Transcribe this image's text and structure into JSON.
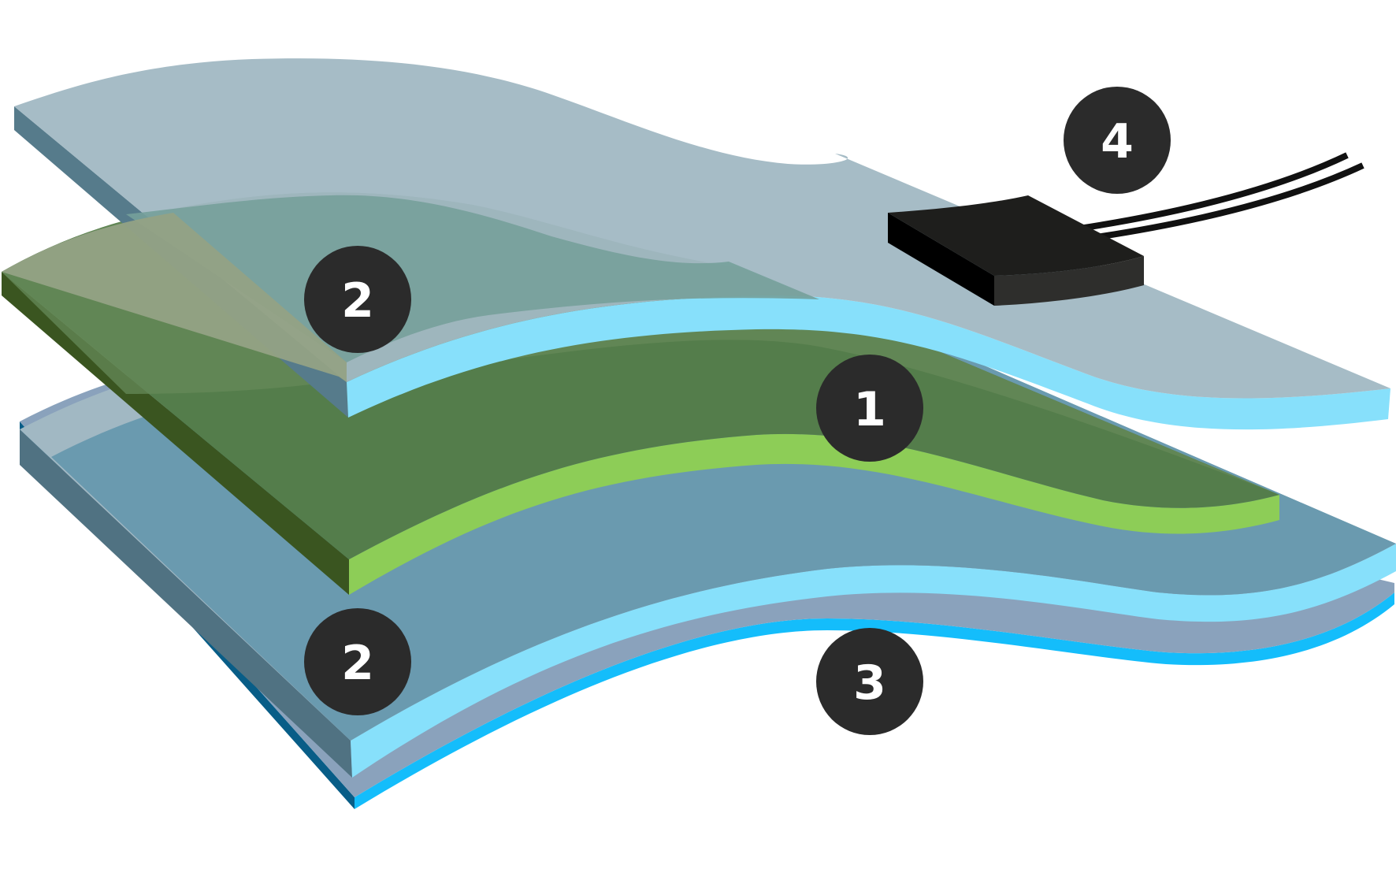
{
  "colors": {
    "glass_top": "#a1b8c3",
    "glass_edge_cyan": "#87e0fb",
    "glass_side": "#567b8b",
    "green_top": "#547d4b",
    "green_edge": "#8dcd57",
    "green_side": "#3a5520",
    "bottom_glass": "#6a9aaf",
    "base_layer": "#14bdfb",
    "base_side": "#085d87",
    "heater_top": "#1e1e1c",
    "heater_front": "#2e2e2c",
    "badge": "#2b2b2b",
    "badge_text": "#ffffff"
  },
  "labels": {
    "top_glass": "2",
    "green_layer": "1",
    "bottom_glass": "2",
    "base_layer": "3",
    "connector": "4"
  },
  "icons": {
    "connector": "connector-block-icon",
    "wires": "cable-icon"
  }
}
